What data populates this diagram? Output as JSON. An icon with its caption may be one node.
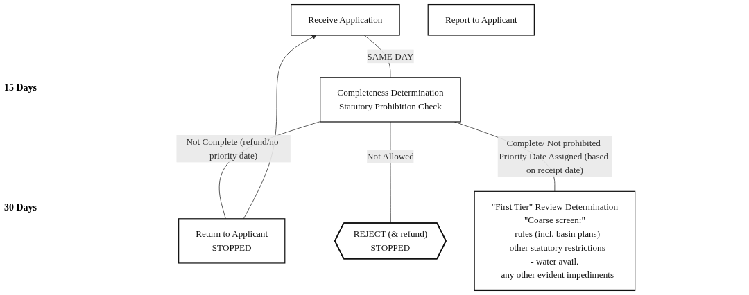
{
  "diagram": {
    "nodes": [
      {
        "text": [
          "Receive Application"
        ]
      },
      {
        "text": [
          "Completeness Determination",
          "Statutory Prohibition Check"
        ]
      },
      {
        "text": [
          "Return to Applicant",
          "STOPPED"
        ]
      },
      {
        "text": [
          "REJECT (& refund)",
          "STOPPED"
        ]
      },
      {
        "text": [
          "\"First Tier\" Review Determination",
          "\"Coarse screen:\"",
          "- rules (incl. basin plans)",
          "- other statutory restrictions",
          "- water avail.",
          "- any other evident impediments"
        ]
      },
      {
        "text": [
          "Report to Applicant"
        ]
      }
    ],
    "edges": [
      {
        "from": 0,
        "to": 1,
        "arrow": "none",
        "label": "SAME DAY"
      },
      {
        "from": 1,
        "to": 2,
        "arrow": "none",
        "label": "Not Complete (refund/no priority date)"
      },
      {
        "from": 2,
        "to": 0,
        "arrow": "to"
      },
      {
        "from": 1,
        "to": 3,
        "arrow": "none",
        "label": "Not Allowed"
      },
      {
        "from": 1,
        "to": 4,
        "arrow": "none",
        "label": "Complete/ Not prohibited Priority Date Assigned (based on receipt date)"
      }
    ],
    "labels": [
      "15 Days",
      "30 Days"
    ]
  }
}
